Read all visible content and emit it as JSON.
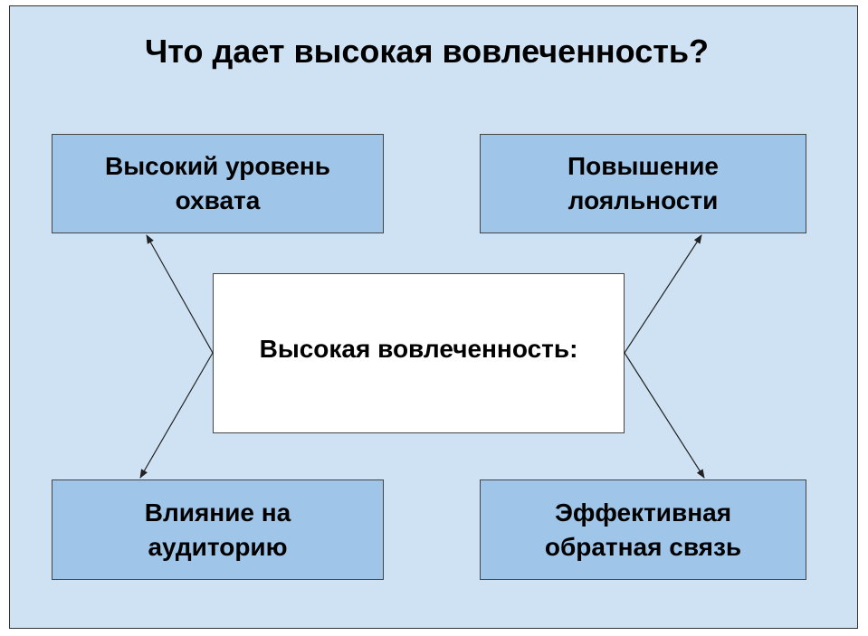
{
  "title": "Что дает высокая вовлеченность?",
  "center": {
    "label": "Высокая вовлеченность:"
  },
  "boxes": [
    {
      "id": "top-left",
      "label": "Высокий уровень\nохвата"
    },
    {
      "id": "top-right",
      "label": "Повышение\nлояльности"
    },
    {
      "id": "bottom-left",
      "label": "Влияние на\nаудиторию"
    },
    {
      "id": "bottom-right",
      "label": "Эффективная\nобратная связь"
    }
  ],
  "colors": {
    "background": "#cfe2f3",
    "outer_box_fill": "#9fc5e8",
    "center_box_fill": "#ffffff",
    "border": "#444444",
    "arrow": "#222222"
  }
}
